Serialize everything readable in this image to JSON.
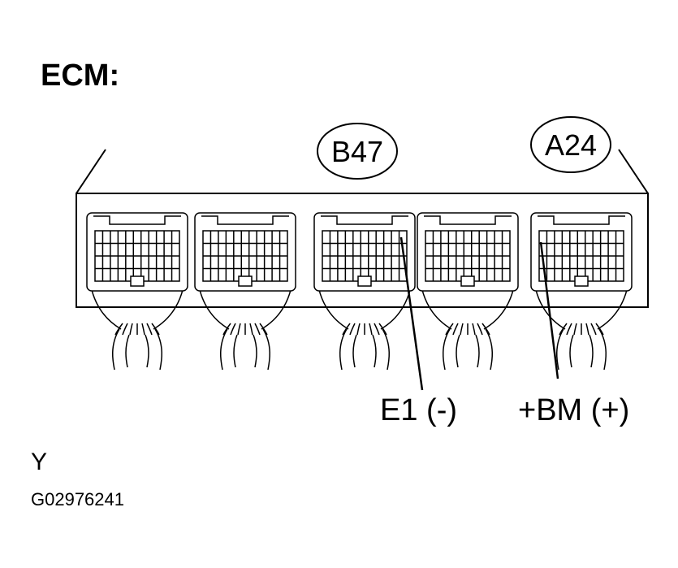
{
  "title": "ECM:",
  "connectors": {
    "b47": "B47",
    "a24": "A24"
  },
  "pins": {
    "e1": "E1  (-)",
    "bm": "+BM (+)"
  },
  "view_label": "Y",
  "figure_code": "G02976241"
}
